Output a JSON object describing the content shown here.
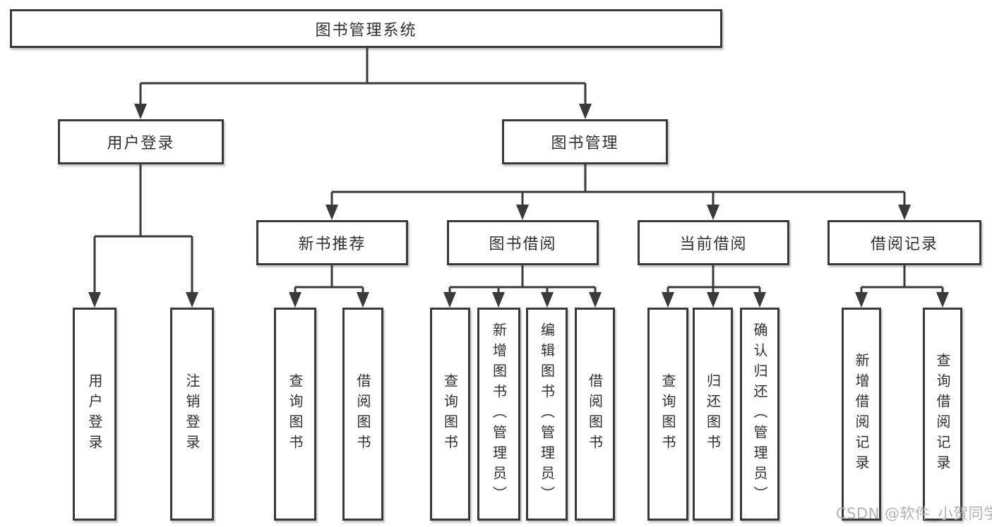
{
  "tree": {
    "root": "图书管理系统",
    "branches": [
      {
        "label": "用户登录",
        "leaves": [
          "用户登录",
          "注销登录"
        ]
      },
      {
        "label": "图书管理",
        "groups": [
          {
            "label": "新书推荐",
            "leaves": [
              "查询图书",
              "借阅图书"
            ]
          },
          {
            "label": "图书借阅",
            "leaves": [
              "查询图书",
              "新增图书（管理员）",
              "编辑图书（管理员）",
              "借阅图书"
            ]
          },
          {
            "label": "当前借阅",
            "leaves": [
              "查询图书",
              "归还图书",
              "确认归还（管理员）"
            ]
          },
          {
            "label": "借阅记录",
            "leaves": [
              "新增借阅记录",
              "查询借阅记录"
            ]
          }
        ]
      }
    ]
  },
  "watermark": "CSDN @软件_小贺同学",
  "colors": {
    "line": "#3a3a3a",
    "box_border": "#3a3a3a",
    "text": "#303030",
    "watermark": "#b3b3b3",
    "background": "#ffffff"
  }
}
